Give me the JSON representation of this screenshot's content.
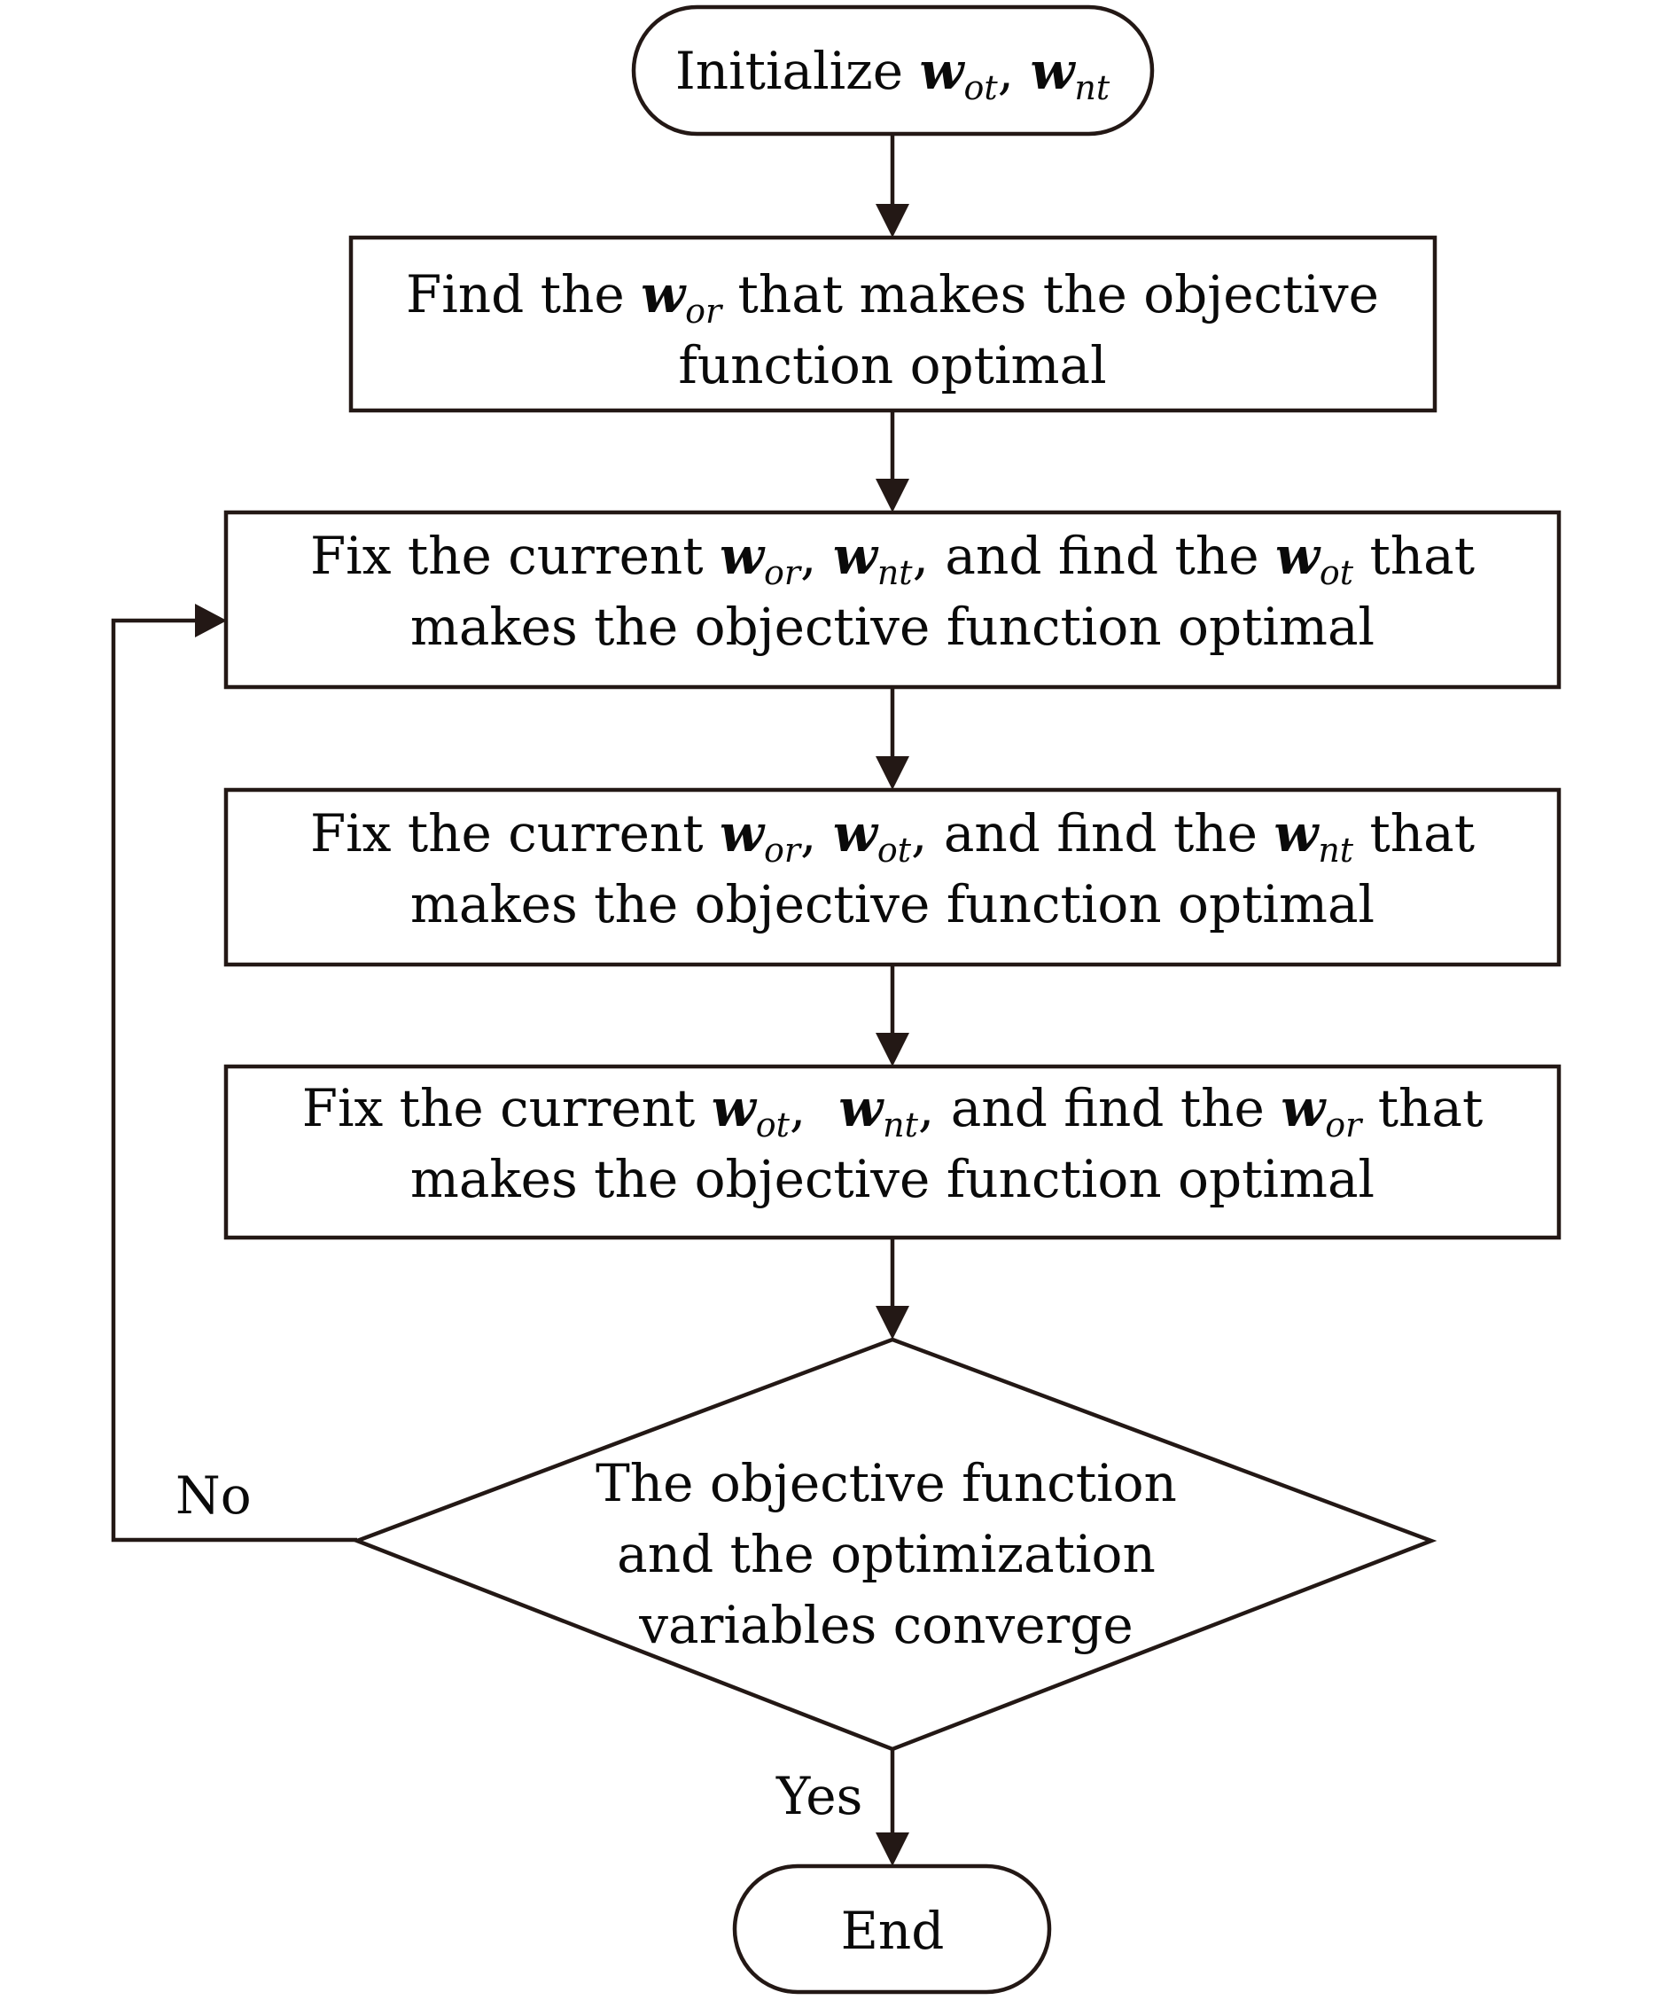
{
  "diagram": {
    "type": "flowchart",
    "colors": {
      "stroke": "#231815",
      "text": "#0a0a0a",
      "background": "#ffffff"
    },
    "nodes": [
      {
        "id": "start",
        "shape": "terminal",
        "lines": [
          [
            {
              "t": "Initialize "
            },
            {
              "v": "w",
              "sub": "ot"
            },
            {
              "t": ", "
            },
            {
              "v": "w",
              "sub": "nt"
            }
          ]
        ]
      },
      {
        "id": "init-wor",
        "shape": "process",
        "lines": [
          [
            {
              "t": "Find the "
            },
            {
              "v": "w",
              "sub": "or"
            },
            {
              "t": " that makes the objective"
            }
          ],
          [
            {
              "t": "function optimal"
            }
          ]
        ]
      },
      {
        "id": "update-wot",
        "shape": "process",
        "lines": [
          [
            {
              "t": "Fix the current "
            },
            {
              "v": "w",
              "sub": "or"
            },
            {
              "t": ", "
            },
            {
              "v": "w",
              "sub": "nt"
            },
            {
              "t": ", and find the "
            },
            {
              "v": "w",
              "sub": "ot"
            },
            {
              "t": " that"
            }
          ],
          [
            {
              "t": "makes the objective function optimal"
            }
          ]
        ]
      },
      {
        "id": "update-wnt",
        "shape": "process",
        "lines": [
          [
            {
              "t": "Fix the current "
            },
            {
              "v": "w",
              "sub": "or"
            },
            {
              "t": ", "
            },
            {
              "v": "w",
              "sub": "ot"
            },
            {
              "t": ", and find the "
            },
            {
              "v": "w",
              "sub": "nt"
            },
            {
              "t": " that"
            }
          ],
          [
            {
              "t": "makes the objective function optimal"
            }
          ]
        ]
      },
      {
        "id": "update-wor",
        "shape": "process",
        "lines": [
          [
            {
              "t": "Fix the current "
            },
            {
              "v": "w",
              "sub": "ot"
            },
            {
              "t": ",  "
            },
            {
              "v": "w",
              "sub": "nt"
            },
            {
              "t": ", and find the "
            },
            {
              "v": "w",
              "sub": "or"
            },
            {
              "t": " that"
            }
          ],
          [
            {
              "t": "makes the objective function optimal"
            }
          ]
        ]
      },
      {
        "id": "converge-check",
        "shape": "decision",
        "lines": [
          [
            {
              "t": "The objective function"
            }
          ],
          [
            {
              "t": "and the optimization"
            }
          ],
          [
            {
              "t": "variables converge"
            }
          ]
        ]
      },
      {
        "id": "end",
        "shape": "terminal",
        "lines": [
          [
            {
              "t": "End"
            }
          ]
        ]
      }
    ],
    "edges": [
      {
        "from": "start",
        "to": "init-wor",
        "label": ""
      },
      {
        "from": "init-wor",
        "to": "update-wot",
        "label": ""
      },
      {
        "from": "update-wot",
        "to": "update-wnt",
        "label": ""
      },
      {
        "from": "update-wnt",
        "to": "update-wor",
        "label": ""
      },
      {
        "from": "update-wor",
        "to": "converge-check",
        "label": ""
      },
      {
        "from": "converge-check",
        "to": "update-wot",
        "label": "No"
      },
      {
        "from": "converge-check",
        "to": "end",
        "label": "Yes"
      }
    ],
    "edge_labels": {
      "no": "No",
      "yes": "Yes"
    }
  }
}
